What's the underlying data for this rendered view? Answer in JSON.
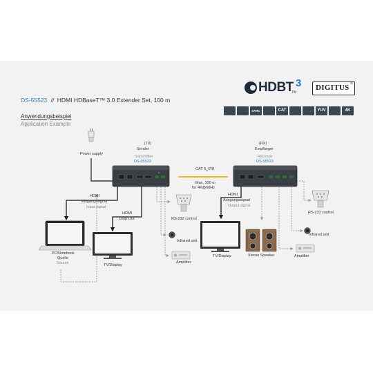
{
  "header": {
    "model": "DS-55523",
    "separator": "//",
    "product": "HDMI HDBaseT™ 3.0 Extender Set, 100 m",
    "brand_hdbt": "HDBT",
    "brand_hdbt_sup": "3",
    "brand_hdbt_tm": "TM",
    "brand_digitus": "DIGITUS",
    "brand_digitus_reg": "®"
  },
  "badges": [
    "",
    "",
    "eARC",
    "",
    "CAT",
    "",
    "",
    "YUV",
    "",
    "4K"
  ],
  "section": {
    "title_de": "Anwendungsbeispiel",
    "title_en": "Application Example"
  },
  "sender": {
    "tag": "(TX)",
    "name_de": "Sender",
    "name_en": "Transmitter",
    "model": "DS-55523"
  },
  "receiver": {
    "tag": "(RX)",
    "name_de": "Empfänger",
    "name_en": "Receiver",
    "model": "DS-55523"
  },
  "link": {
    "cable_main": "CAT 6",
    "cable_sub": "A",
    "cable_rest": "/7/8",
    "distance": "Max. 100 m",
    "resolution": "für 4K@60Hz"
  },
  "labels": {
    "power_supply": "Power supply",
    "hdmi_in_1": "HDMI",
    "hdmi_in_2": "Eingangssignal",
    "hdmi_in_3": "Input signal",
    "hdmi_loop_1": "HDMI",
    "hdmi_loop_2": "Loop Out",
    "hdmi_out_1": "HDMI",
    "hdmi_out_2": "Ausgangssignal",
    "hdmi_out_3": "Output signal",
    "pc_1": "PC/Notebook",
    "pc_2": "Quelle",
    "pc_3": "Source",
    "tv_left": "TV/Display",
    "tv_right": "TV/Display",
    "rs232_left": "RS-232 control",
    "rs232_right": "RS-232 control",
    "ir_left": "Infrared unit",
    "ir_right": "Infrared unit",
    "amp_left": "Amplifier",
    "amp_right": "Amplifier",
    "speaker": "Stereo Speaker"
  },
  "colors": {
    "accent_blue": "#2b7fc1",
    "link_yellow": "#e8b400",
    "device_dark": "#3a3f44",
    "sheet_bg": "#f2f2f2"
  }
}
